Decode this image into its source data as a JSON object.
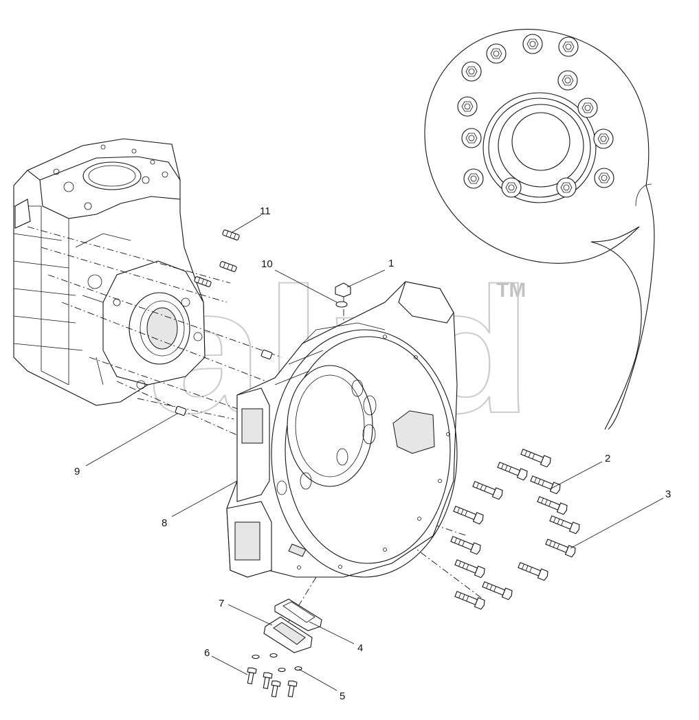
{
  "watermark": {
    "text": "alrd",
    "trademark": "TM"
  },
  "callouts": [
    {
      "id": "1",
      "label": "1"
    },
    {
      "id": "2",
      "label": "2"
    },
    {
      "id": "3",
      "label": "3"
    },
    {
      "id": "4",
      "label": "4"
    },
    {
      "id": "5",
      "label": "5"
    },
    {
      "id": "6",
      "label": "6"
    },
    {
      "id": "7",
      "label": "7"
    },
    {
      "id": "8",
      "label": "8"
    },
    {
      "id": "9",
      "label": "9"
    },
    {
      "id": "10",
      "label": "10"
    },
    {
      "id": "11",
      "label": "11"
    }
  ]
}
